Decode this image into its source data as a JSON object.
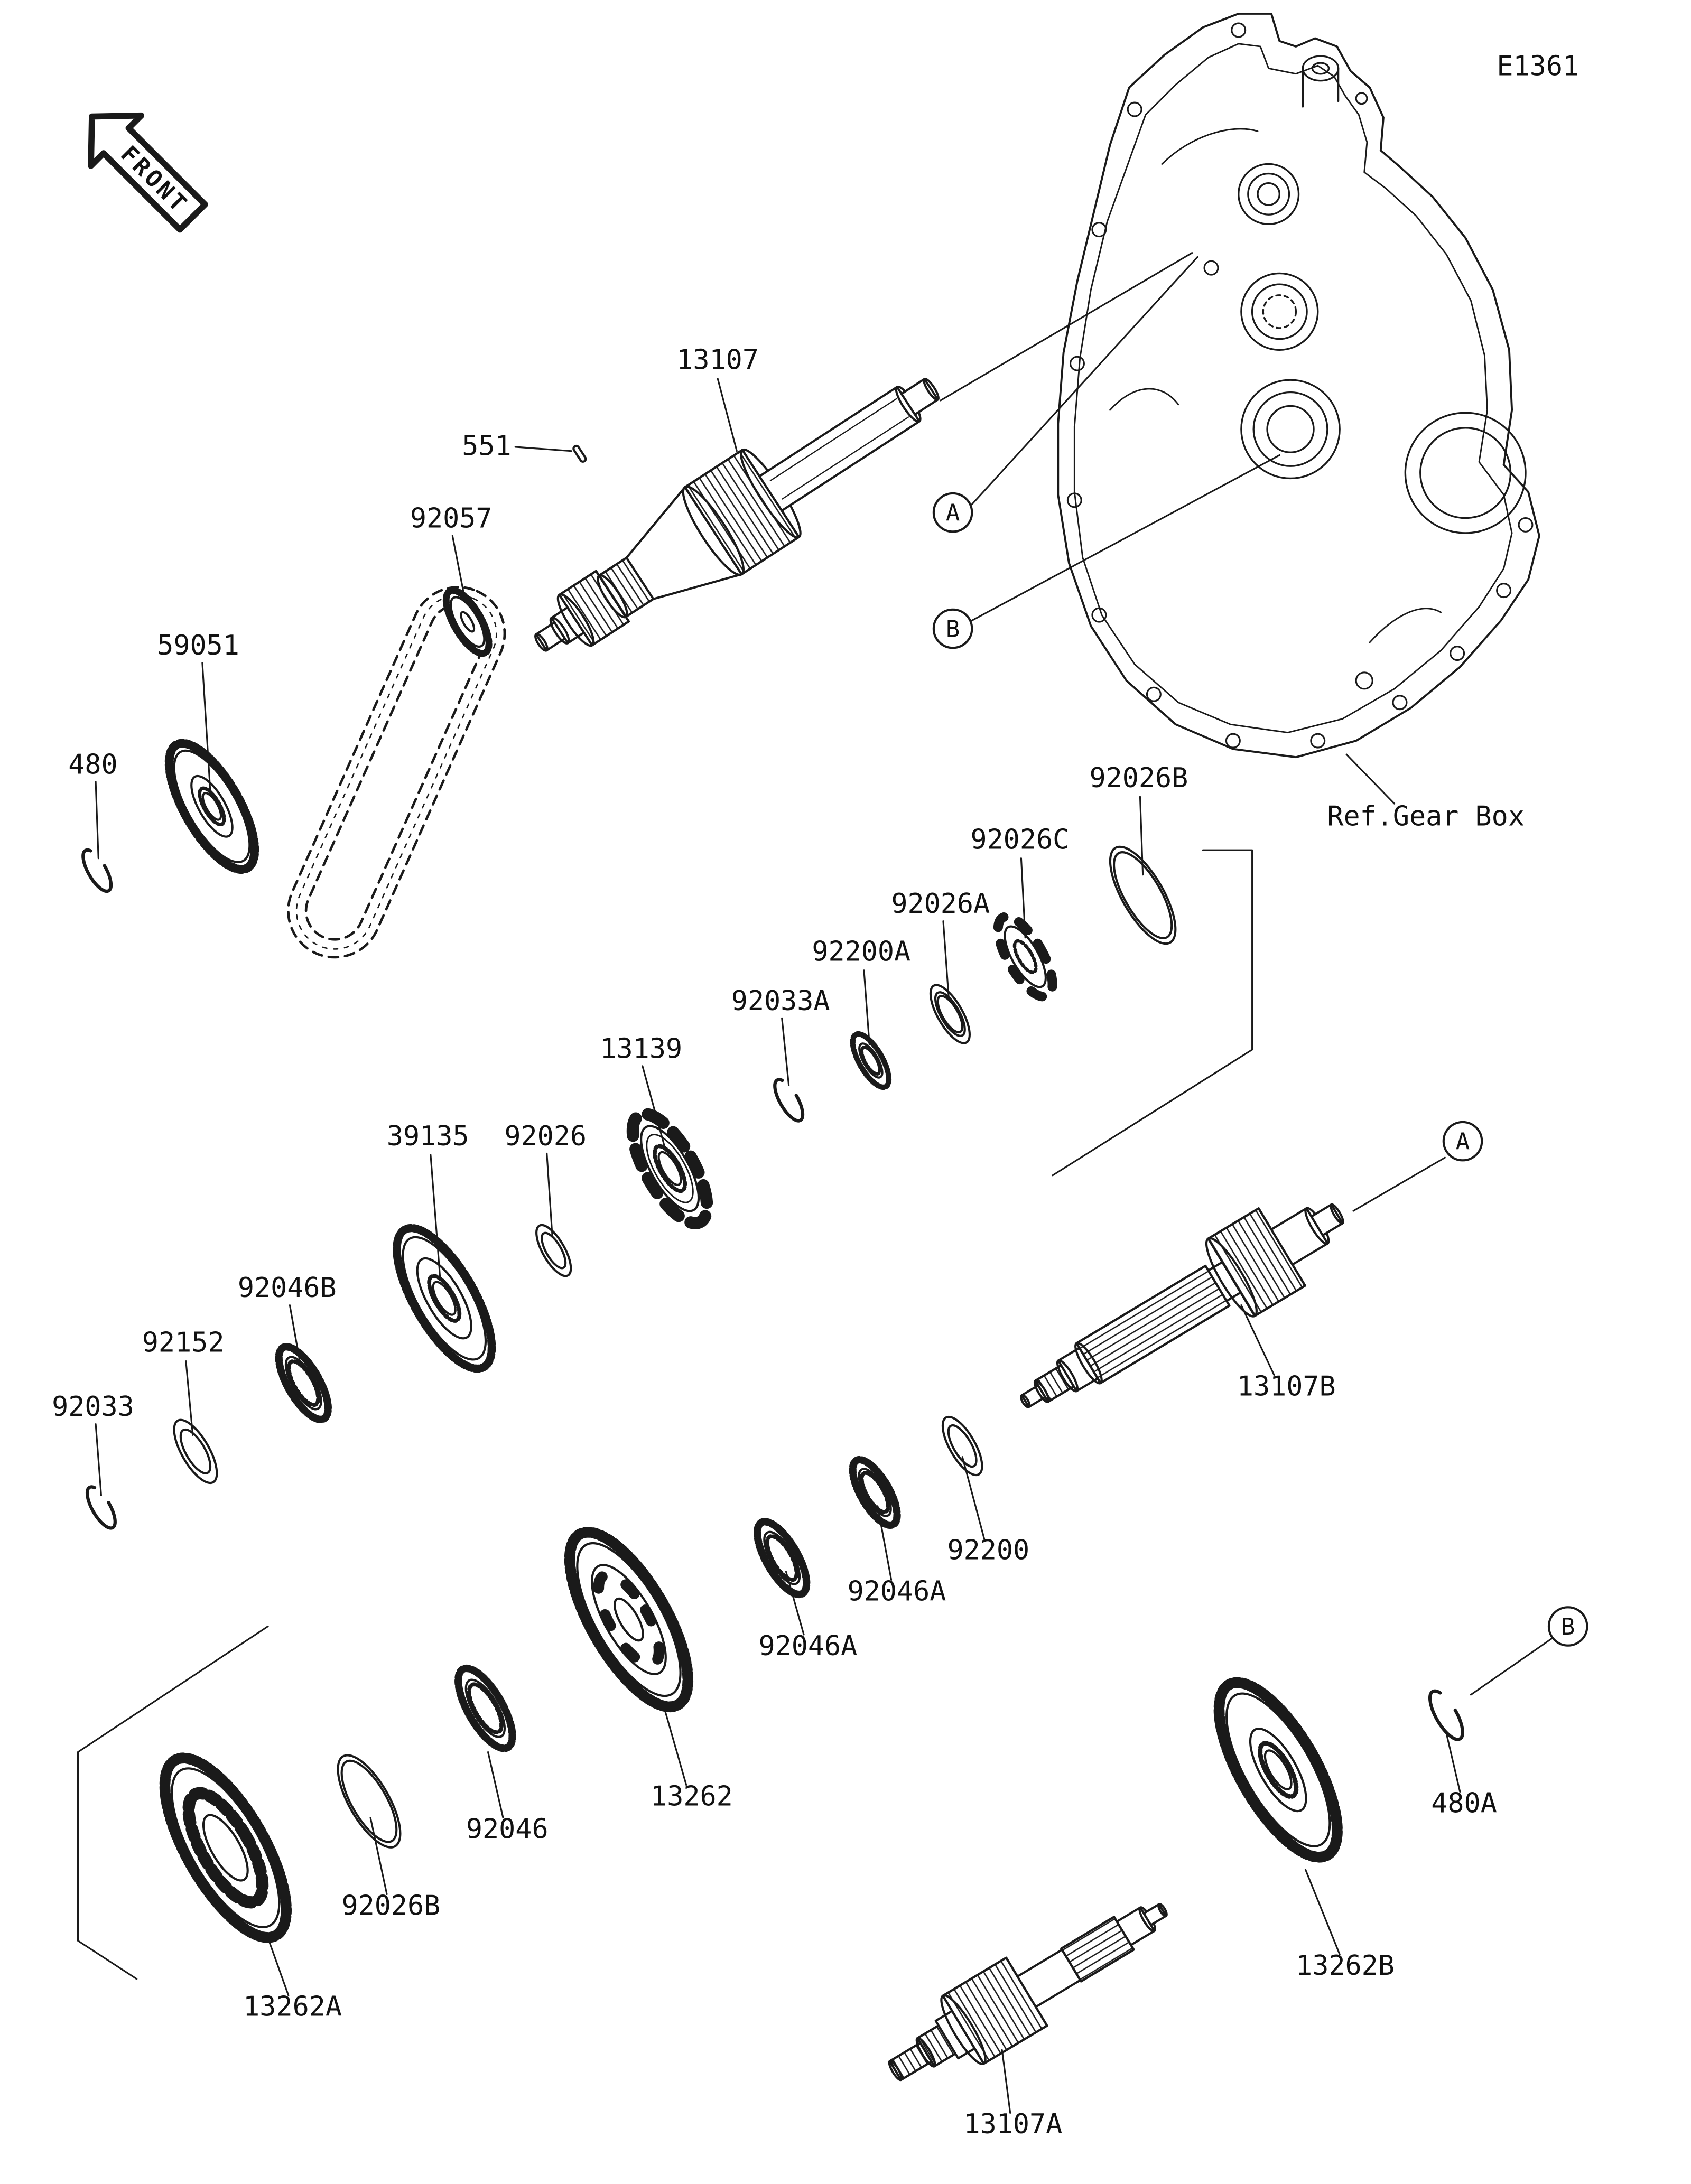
{
  "diagram": {
    "page_code": "E1361",
    "front_label": "FRONT",
    "ref_label": "Ref.Gear Box",
    "callouts": {
      "a": "A",
      "b": "B"
    },
    "part_labels": {
      "p13107": "13107",
      "p551": "551",
      "p92057": "92057",
      "p59051": "59051",
      "p480": "480",
      "p92026b": "92026B",
      "p92026c": "92026C",
      "p92026a": "92026A",
      "p92200a": "92200A",
      "p92033a": "92033A",
      "p13139": "13139",
      "p39135": "39135",
      "p92026": "92026",
      "p92046b": "92046B",
      "p92152": "92152",
      "p92033": "92033",
      "p13107b": "13107B",
      "p92200": "92200",
      "p92046a": "92046A",
      "p13262": "13262",
      "p92046": "92046",
      "p13262a": "13262A",
      "p13107a": "13107A",
      "p13262b": "13262B",
      "p480a": "480A"
    }
  }
}
